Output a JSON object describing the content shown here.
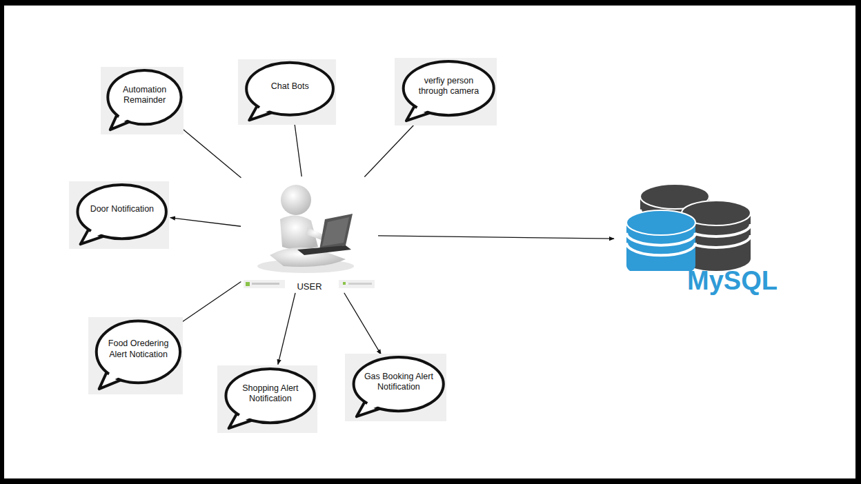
{
  "diagram": {
    "nodes": [
      {
        "text": [
          "Automation Remainder"
        ]
      },
      {
        "text": [
          "Chat Bots"
        ]
      },
      {
        "text": [
          "verfiy person through camera"
        ]
      },
      {
        "text": [
          "Door Notification"
        ]
      },
      {
        "text": [
          "USER"
        ]
      },
      {
        "text": [
          "MySQL"
        ]
      },
      {
        "text": [
          "Food Oredering Alert Notication"
        ]
      },
      {
        "text": [
          "Shopping Alert Notification"
        ]
      },
      {
        "text": [
          "Gas Booking Alert Notification"
        ]
      }
    ],
    "edges": [
      {
        "from": 4,
        "to": 0,
        "arrow": "to"
      },
      {
        "from": 4,
        "to": 1,
        "arrow": "to"
      },
      {
        "from": 4,
        "to": 2,
        "arrow": "to"
      },
      {
        "from": 4,
        "to": 3,
        "arrow": "to"
      },
      {
        "from": 4,
        "to": 5,
        "arrow": "to"
      },
      {
        "from": 4,
        "to": 6,
        "arrow": "to"
      },
      {
        "from": 4,
        "to": 7,
        "arrow": "to"
      },
      {
        "from": 4,
        "to": 8,
        "arrow": "to"
      }
    ]
  }
}
